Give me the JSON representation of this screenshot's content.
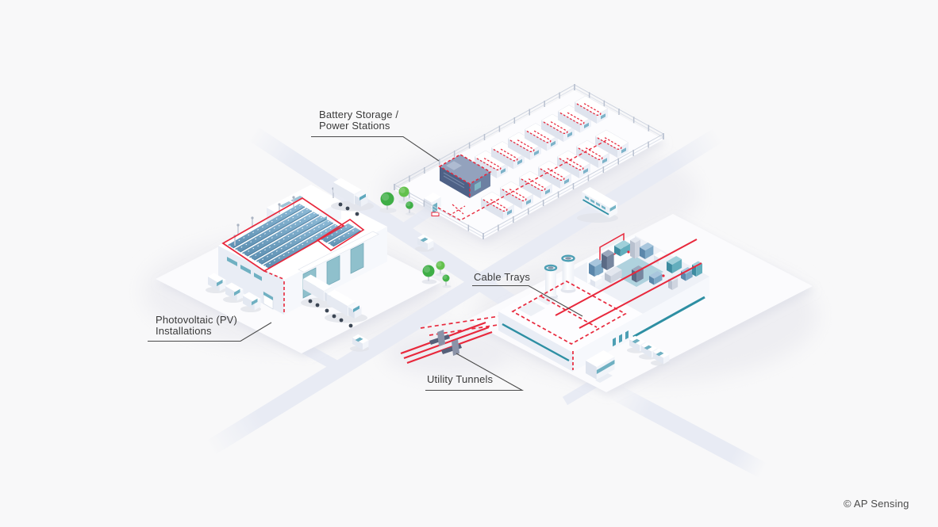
{
  "page": {
    "background": "#f8f8f9",
    "credit": "© AP Sensing"
  },
  "palette": {
    "accent_red": "#E8283C",
    "teal": "#2E8FA3",
    "panel_blue": "#6FA3C4",
    "tree_green": "#4CB648",
    "road": "#E8EBF4",
    "highlight_building": "#5A6C8F",
    "label_text": "#3A3A3A",
    "leader_line": "#4A4A4A"
  },
  "labels": {
    "battery_storage": {
      "line1": "Battery Storage /",
      "line2": "Power Stations"
    },
    "photovoltaic": {
      "line1": "Photovoltaic (PV)",
      "line2": "Installations"
    },
    "cable_trays": {
      "text": "Cable Trays"
    },
    "utility_tunnels": {
      "text": "Utility Tunnels"
    }
  }
}
